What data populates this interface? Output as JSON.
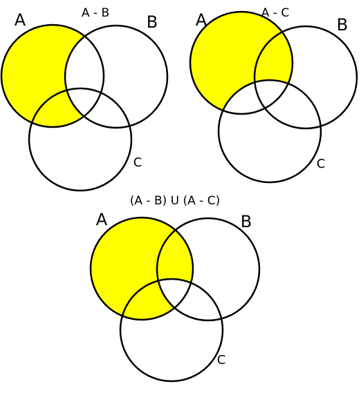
{
  "colors": {
    "fill": "#ffff00",
    "stroke": "#000000",
    "background": "#ffffff"
  },
  "diagrams": [
    {
      "title": "A - B",
      "labels": {
        "a": "A",
        "b": "B",
        "c": "C"
      },
      "shaded_region": "A minus B"
    },
    {
      "title": "A - C",
      "labels": {
        "a": "A",
        "b": "B",
        "c": "C"
      },
      "shaded_region": "A minus C"
    },
    {
      "title": "(A - B) U (A - C)",
      "labels": {
        "a": "A",
        "b": "B",
        "c": "C"
      },
      "shaded_region": "A minus (B and C)"
    }
  ]
}
